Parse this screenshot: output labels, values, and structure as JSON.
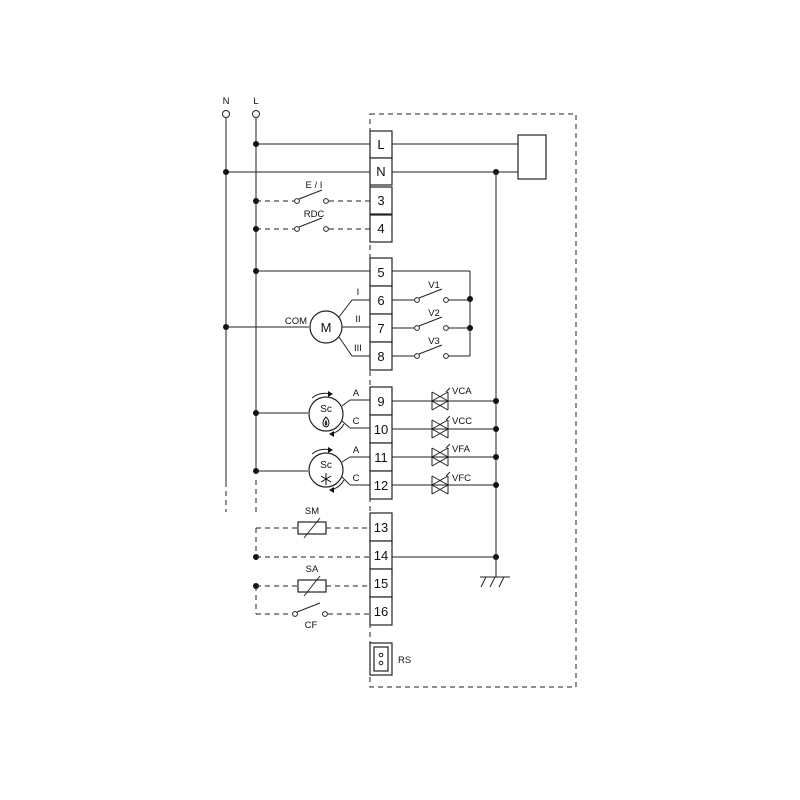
{
  "supply": {
    "neutral_label": "N",
    "line_label": "L"
  },
  "terminals": [
    "L",
    "N",
    "3",
    "4",
    "5",
    "6",
    "7",
    "8",
    "9",
    "10",
    "11",
    "12",
    "13",
    "14",
    "15",
    "16"
  ],
  "inputs": {
    "switch_ei": "E / I",
    "switch_rdc": "RDC"
  },
  "motor": {
    "symbol": "M",
    "common_label": "COM",
    "speed_labels": [
      "I",
      "II",
      "III"
    ]
  },
  "relays": [
    "V1",
    "V2",
    "V3"
  ],
  "valves": {
    "heating_symbol": "Sc",
    "cooling_symbol": "Sc",
    "open_label": "A",
    "close_label": "C",
    "triacs": [
      "VCA",
      "VCC",
      "VFA",
      "VFC"
    ]
  },
  "sensors": {
    "sm": "SM",
    "sa": "SA",
    "cf": "CF"
  },
  "connector": {
    "label": "RS"
  },
  "icons": {
    "heating": "flame-icon",
    "cooling": "snowflake-icon",
    "earth": "ground-icon"
  }
}
